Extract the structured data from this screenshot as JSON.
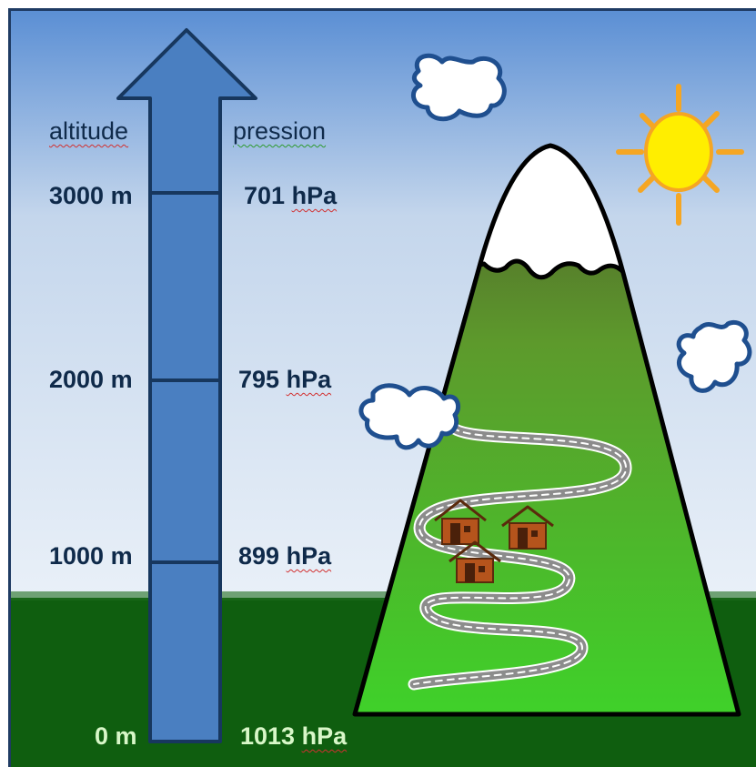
{
  "headers": {
    "altitude": "altitude",
    "pressure": "pression"
  },
  "levels": [
    {
      "altitude": "3000 m",
      "pressure_value": "701",
      "pressure_unit": "hPa"
    },
    {
      "altitude": "2000 m",
      "pressure_value": "795",
      "pressure_unit": "hPa"
    },
    {
      "altitude": "1000 m",
      "pressure_value": "899",
      "pressure_unit": "hPa"
    },
    {
      "altitude": "0 m",
      "pressure_value": "1013",
      "pressure_unit": "hPa"
    }
  ],
  "colors": {
    "sky_top": "#5b8fd4",
    "sky_bottom": "#e6eef7",
    "ground": "#0f5e0f",
    "arrow_fill": "#4a7fc1",
    "arrow_stroke": "#17375e",
    "mountain_top": "#5b6b2c",
    "mountain_bottom": "#3fcf2a",
    "snow": "#ffffff",
    "sun": "#ffee00",
    "sun_rays": "#f5a623",
    "cloud_stroke": "#1f4f8f",
    "house": "#b5541c",
    "road": "#9a9a9a",
    "label_dark": "#0f2a4a",
    "label_light": "#d8f7c8"
  },
  "icons": [
    "upward-arrow-icon",
    "sun-icon",
    "cloud-icon",
    "house-icon",
    "mountain-icon"
  ]
}
